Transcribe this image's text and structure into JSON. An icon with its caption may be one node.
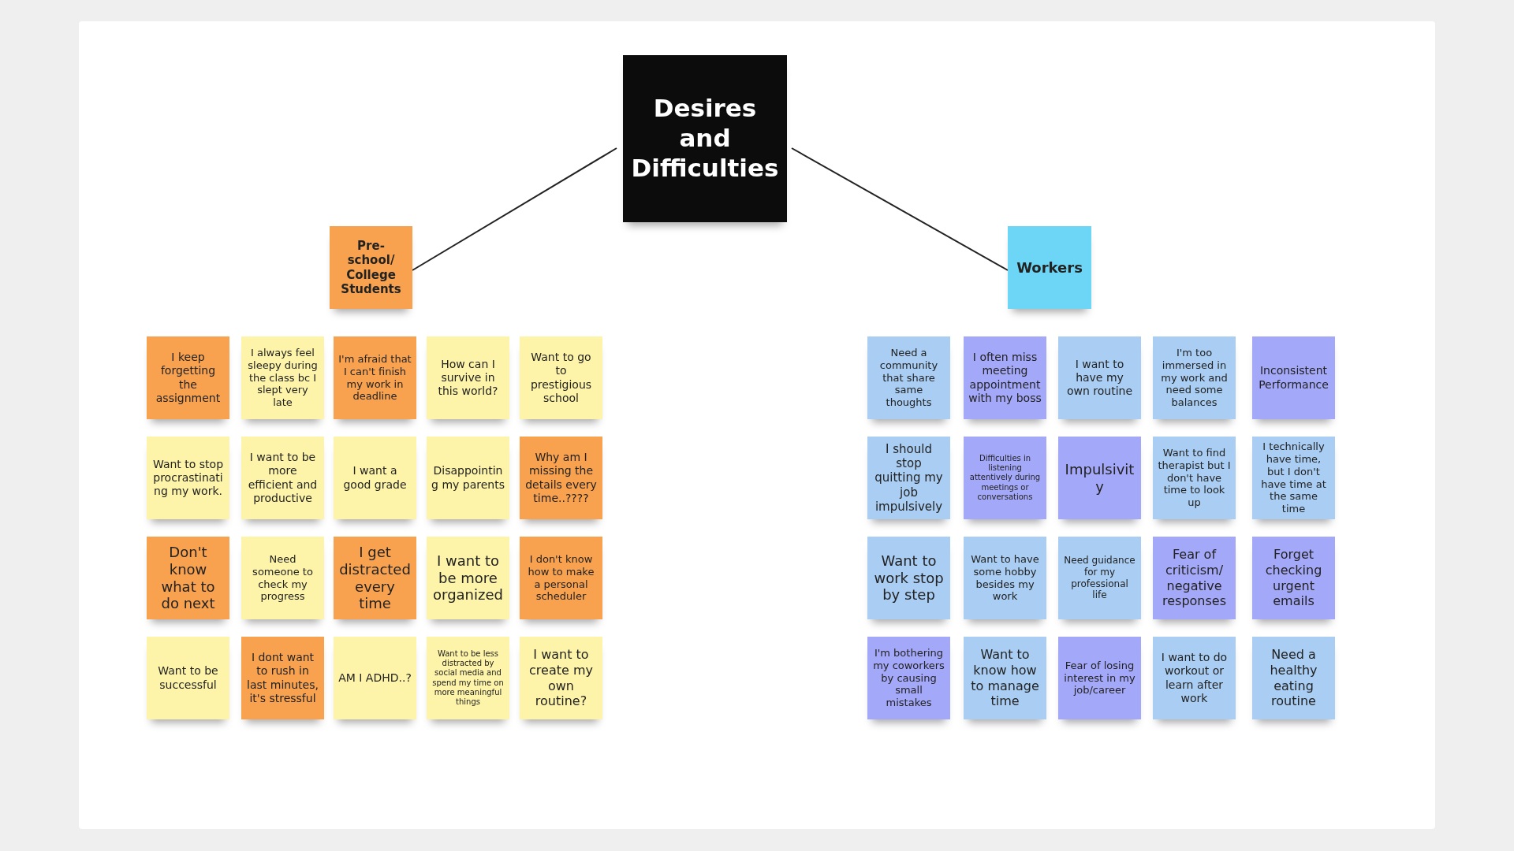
{
  "diagram": {
    "nodes": [
      {
        "text": [
          "Desires and Difficulties"
        ]
      },
      {
        "text": [
          "Pre-school/ College Students"
        ]
      },
      {
        "text": [
          "Workers"
        ]
      },
      {
        "text": [
          "I keep forgetting the assignment"
        ]
      },
      {
        "text": [
          "I always feel sleepy during the class bc I slept very late"
        ]
      },
      {
        "text": [
          "I'm afraid that I can't finish my work in deadline"
        ]
      },
      {
        "text": [
          "How can I survive in this world?"
        ]
      },
      {
        "text": [
          "Want to go to prestigious school"
        ]
      },
      {
        "text": [
          "Want to stop procrastinating my work."
        ]
      },
      {
        "text": [
          "I want to be more efficient and productive"
        ]
      },
      {
        "text": [
          "I want a good grade"
        ]
      },
      {
        "text": [
          "Disappointing my parents"
        ]
      },
      {
        "text": [
          "Why am I missing the details every time..????"
        ]
      },
      {
        "text": [
          "Don't know what to do next"
        ]
      },
      {
        "text": [
          "Need someone to check my progress"
        ]
      },
      {
        "text": [
          "I get distracted every time"
        ]
      },
      {
        "text": [
          "I want to be more organized"
        ]
      },
      {
        "text": [
          "I don't know how to make a personal scheduler"
        ]
      },
      {
        "text": [
          "Want to be successful"
        ]
      },
      {
        "text": [
          "I dont want to rush in last minutes, it's stressful"
        ]
      },
      {
        "text": [
          "AM I ADHD..?"
        ]
      },
      {
        "text": [
          "Want to be less distracted by social media and spend my time on more meaningful things"
        ]
      },
      {
        "text": [
          "I want to create my own routine?"
        ]
      },
      {
        "text": [
          "Need a community that share same thoughts"
        ]
      },
      {
        "text": [
          "I often miss meeting appointment with my boss"
        ]
      },
      {
        "text": [
          "I want to have my own routine"
        ]
      },
      {
        "text": [
          "I'm too immersed in my work and need some balances"
        ]
      },
      {
        "text": [
          "Inconsistent Performance"
        ]
      },
      {
        "text": [
          "I should stop quitting my job impulsively"
        ]
      },
      {
        "text": [
          "Difficulties in listening attentively during meetings or conversations"
        ]
      },
      {
        "text": [
          "Impulsivity"
        ]
      },
      {
        "text": [
          "Want to find therapist but I don't have time to look up"
        ]
      },
      {
        "text": [
          "I technically have time, but I don't have time at the same time"
        ]
      },
      {
        "text": [
          "Want to work stop by step"
        ]
      },
      {
        "text": [
          "Want to have some hobby besides my work"
        ]
      },
      {
        "text": [
          "Need guidance for my professional life"
        ]
      },
      {
        "text": [
          "Fear of criticism/ negative responses"
        ]
      },
      {
        "text": [
          "Forget checking urgent emails"
        ]
      },
      {
        "text": [
          "I'm bothering my coworkers by causing small mistakes"
        ]
      },
      {
        "text": [
          "Want to know how to manage time"
        ]
      },
      {
        "text": [
          "Fear of losing interest in my job/career"
        ]
      },
      {
        "text": [
          "I want to do workout or learn after work"
        ]
      },
      {
        "text": [
          "Need a healthy eating routine"
        ]
      }
    ],
    "edges": [
      {
        "from": 0,
        "to": 1,
        "arrow": "none"
      },
      {
        "from": 0,
        "to": 2,
        "arrow": "none"
      }
    ]
  }
}
